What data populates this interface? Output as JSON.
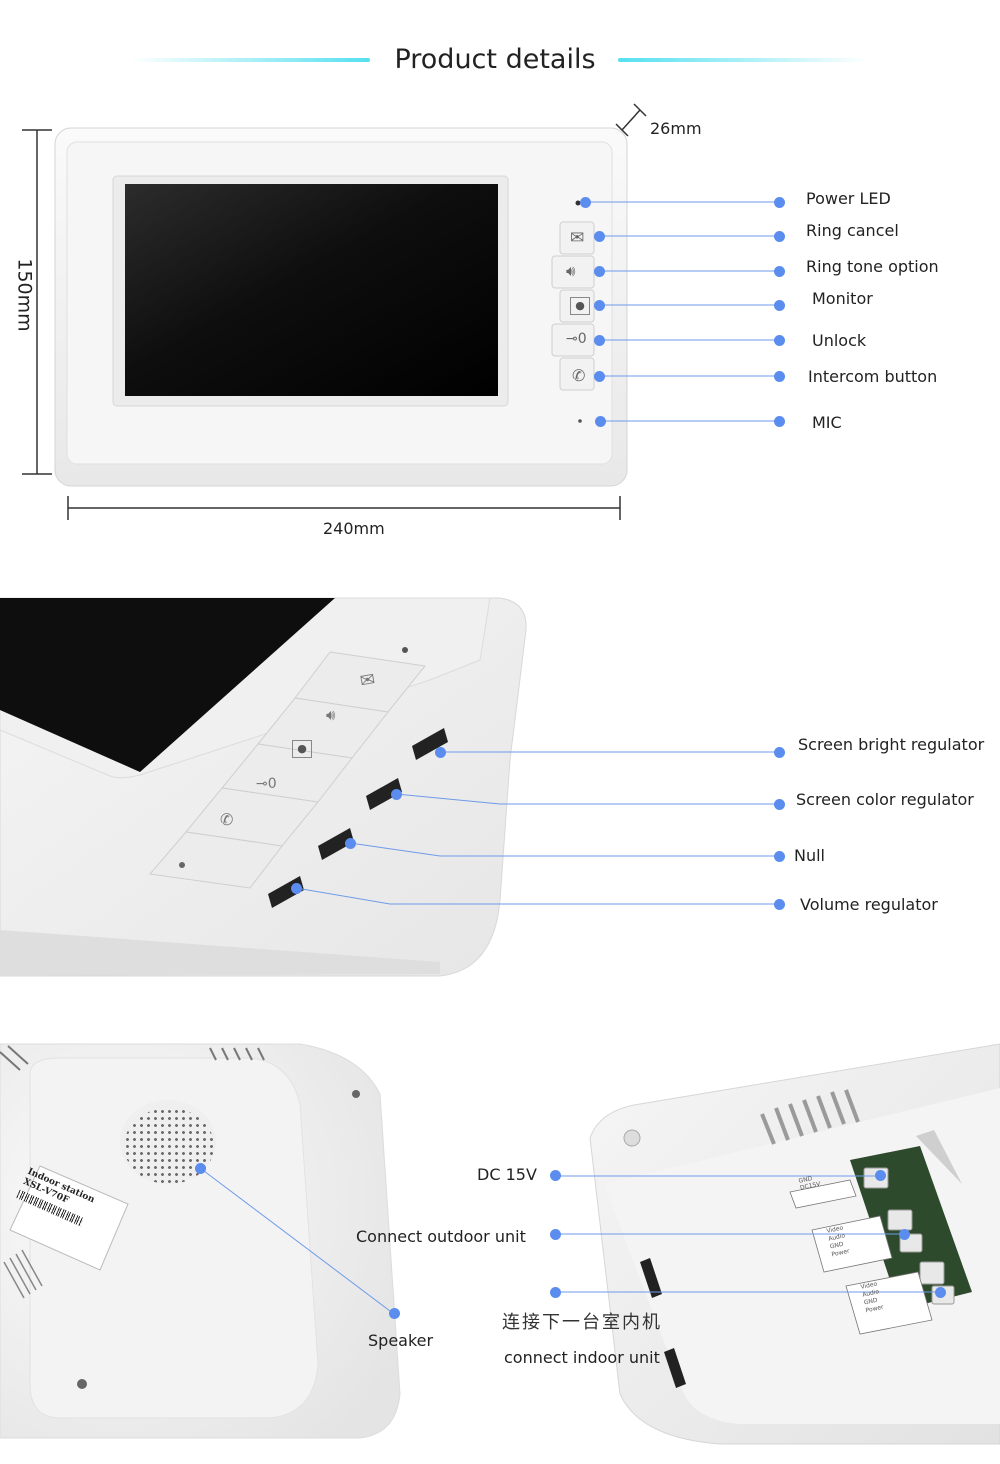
{
  "header": {
    "title": "Product details"
  },
  "section1": {
    "dim_depth": "26mm",
    "dim_height": "150mm",
    "dim_width": "240mm",
    "callouts": [
      "Power LED",
      "Ring cancel",
      "Ring tone option",
      "Monitor",
      "Unlock",
      "Intercom button",
      "MIC"
    ]
  },
  "section2": {
    "callouts": [
      "Screen bright regulator",
      "Screen color regulator",
      "Null",
      "Volume regulator"
    ]
  },
  "section3": {
    "speaker": "Speaker",
    "dc": "DC 15V",
    "outdoor": "Connect outdoor unit",
    "indoor_cn": "连接下一台室内机",
    "indoor": "connect indoor unit",
    "sticker_line1": "Indoor station",
    "sticker_line2": "XSL-V70F",
    "port_labels": [
      "GND",
      "DC15V",
      "Video",
      "Audio",
      "GND",
      "Power",
      "Video",
      "Audio",
      "GND",
      "Power"
    ]
  },
  "colors": {
    "accent": "#5b8def",
    "title_glow": "#55e0f0"
  }
}
